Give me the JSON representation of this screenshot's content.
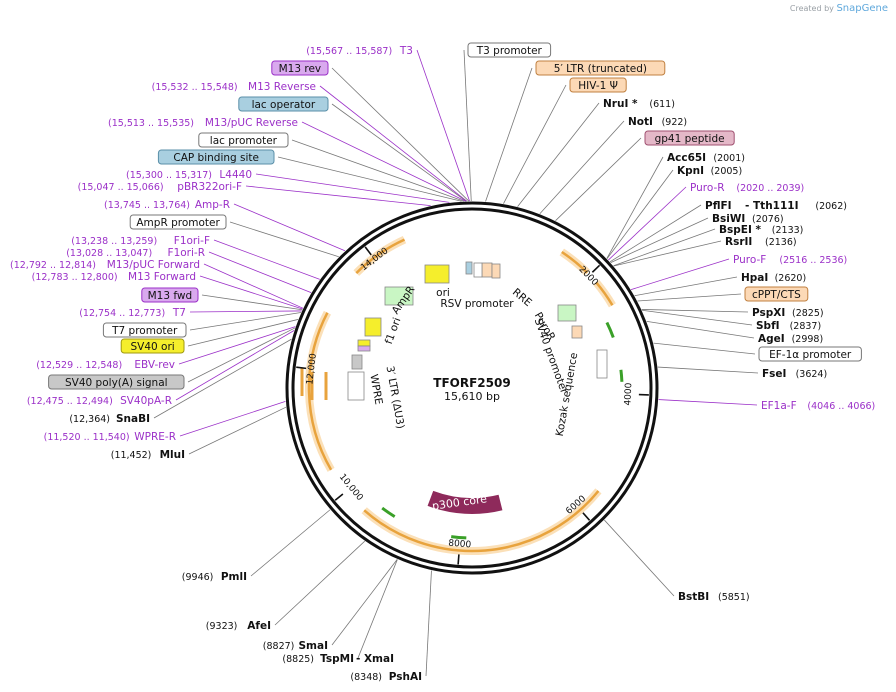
{
  "credit": {
    "prefix": "Created by",
    "brand": "SnapGene"
  },
  "plasmid": {
    "name": "TFORF2509",
    "size_label": "15,610 bp",
    "length": 15610
  },
  "ruler": [
    {
      "pos": 2000,
      "label": "2000"
    },
    {
      "pos": 4000,
      "label": "4000"
    },
    {
      "pos": 6000,
      "label": "6000"
    },
    {
      "pos": 8000,
      "label": "8000"
    },
    {
      "pos": 10000,
      "label": "10,000"
    },
    {
      "pos": 12000,
      "label": "12,000"
    },
    {
      "pos": 14000,
      "label": "14,000"
    }
  ],
  "colors": {
    "primer": "#9b30c8",
    "orange_arc": "#e8a33d",
    "orange_glow": "#fbe0b8",
    "p300": "#8e2a5b",
    "green": "#3aa028",
    "line": "#555555"
  },
  "labels": [
    {
      "id": "t3",
      "kind": "primer",
      "coord": "(15,567 .. 15,587)",
      "name": "T3",
      "pos": 15577
    },
    {
      "id": "m13rev",
      "kind": "box",
      "name": "M13 rev",
      "fill": "#d9a9ee",
      "stroke": "#9b30c8",
      "pos": 15567
    },
    {
      "id": "m13reverse",
      "kind": "primer",
      "coord": "(15,532 .. 15,548)",
      "name": "M13 Reverse",
      "pos": 15540
    },
    {
      "id": "lacop",
      "kind": "box",
      "name": "lac operator",
      "fill": "#a9cfe0",
      "stroke": "#5a8fa8",
      "pos": 15530
    },
    {
      "id": "m13pucrev",
      "kind": "primer",
      "coord": "(15,513 .. 15,535)",
      "name": "M13/pUC Reverse",
      "pos": 15524
    },
    {
      "id": "lacprom",
      "kind": "box",
      "name": "lac promoter",
      "fill": "#ffffff",
      "stroke": "#777777",
      "pos": 15500
    },
    {
      "id": "cap",
      "kind": "box",
      "name": "CAP binding site",
      "fill": "#a9cfe0",
      "stroke": "#5a8fa8",
      "pos": 15470
    },
    {
      "id": "l4440",
      "kind": "primer",
      "coord": "(15,300 .. 15,317)",
      "name": "L4440",
      "pos": 15308
    },
    {
      "id": "pbr322",
      "kind": "primer",
      "coord": "(15,047 .. 15,066)",
      "name": "pBR322ori-F",
      "pos": 15056
    },
    {
      "id": "ampr",
      "kind": "primer",
      "coord": "(13,745 .. 13,764)",
      "name": "Amp-R",
      "pos": 13754
    },
    {
      "id": "amprprom",
      "kind": "box",
      "name": "AmpR promoter",
      "fill": "#ffffff",
      "stroke": "#777777",
      "pos": 13640
    },
    {
      "id": "f1orif",
      "kind": "primer",
      "coord": "(13,238 .. 13,259)",
      "name": "F1ori-F",
      "pos": 13248
    },
    {
      "id": "f1orir",
      "kind": "primer",
      "coord": "(13,028 .. 13,047)",
      "name": "F1ori-R",
      "pos": 13037
    },
    {
      "id": "m13pucfwd",
      "kind": "primer",
      "coord": "(12,792 .. 12,814)",
      "name": "M13/pUC Forward",
      "pos": 12803
    },
    {
      "id": "m13forward",
      "kind": "primer",
      "coord": "(12,783 .. 12,800)",
      "name": "M13 Forward",
      "pos": 12791
    },
    {
      "id": "m13fwd",
      "kind": "box",
      "name": "M13 fwd",
      "fill": "#d9a9ee",
      "stroke": "#9b30c8",
      "pos": 12780
    },
    {
      "id": "t7",
      "kind": "primer",
      "coord": "(12,754 .. 12,773)",
      "name": "T7",
      "pos": 12763
    },
    {
      "id": "t7prom",
      "kind": "box",
      "name": "T7 promoter",
      "fill": "#ffffff",
      "stroke": "#777777",
      "pos": 12740
    },
    {
      "id": "sv40ori",
      "kind": "box",
      "name": "SV40 ori",
      "fill": "#f5ee2c",
      "stroke": "#a09a10",
      "pos": 12640
    },
    {
      "id": "ebvrev",
      "kind": "primer",
      "coord": "(12,529 .. 12,548)",
      "name": "EBV-rev",
      "pos": 12538
    },
    {
      "id": "sv40pa",
      "kind": "box",
      "name": "SV40 poly(A) signal",
      "fill": "#c8c8c8",
      "stroke": "#777777",
      "pos": 12520
    },
    {
      "id": "sv40par",
      "kind": "primer",
      "coord": "(12,475 .. 12,494)",
      "name": "SV40pA-R",
      "pos": 12484
    },
    {
      "id": "snabi",
      "kind": "enzyme",
      "coord": "(12,364)",
      "name": "SnaBI",
      "pos": 12364
    },
    {
      "id": "wprer",
      "kind": "primer",
      "coord": "(11,520 .. 11,540)",
      "name": "WPRE-R",
      "pos": 11530
    },
    {
      "id": "mlui",
      "kind": "enzyme",
      "coord": "(11,452)",
      "name": "MluI",
      "pos": 11452
    },
    {
      "id": "pmli",
      "kind": "enzyme",
      "coord": "(9946)",
      "name": "PmlI",
      "pos": 9946
    },
    {
      "id": "afei",
      "kind": "enzyme",
      "coord": "(9323)",
      "name": "AfeI",
      "pos": 9323
    },
    {
      "id": "smai",
      "kind": "enzyme",
      "coord": "(8827)",
      "name": "SmaI",
      "pos": 8827
    },
    {
      "id": "tspmi",
      "kind": "enzyme",
      "coord": "(8825)",
      "name": "TspMI",
      "name2": "XmaI",
      "pos": 8825
    },
    {
      "id": "pshai",
      "kind": "enzyme",
      "coord": "(8348)",
      "name": "PshAI",
      "pos": 8348
    },
    {
      "id": "t3prom",
      "kind": "box",
      "name": "T3 promoter",
      "fill": "#ffffff",
      "stroke": "#777777",
      "pos": 15600
    },
    {
      "id": "ltr5",
      "kind": "box",
      "name": "5′ LTR (truncated)",
      "fill": "#fcd9b6",
      "stroke": "#c08040",
      "pos": 180
    },
    {
      "id": "hiv1",
      "kind": "box",
      "name": "HIV-1 Ψ",
      "fill": "#fcd9b6",
      "stroke": "#c08040",
      "pos": 420
    },
    {
      "id": "nrui",
      "kind": "enzyme_r",
      "name": "NruI *",
      "coord": "(611)",
      "pos": 611
    },
    {
      "id": "noti",
      "kind": "enzyme_r",
      "name": "NotI",
      "coord": "(922)",
      "pos": 922
    },
    {
      "id": "gp41",
      "kind": "box",
      "name": "gp41 peptide",
      "fill": "#e4b8c8",
      "stroke": "#a05070",
      "pos": 1150
    },
    {
      "id": "acc65i",
      "kind": "enzyme_r",
      "name": "Acc65I",
      "coord": "(2001)",
      "pos": 2001
    },
    {
      "id": "kpni",
      "kind": "enzyme_r",
      "name": "KpnI",
      "coord": "(2005)",
      "pos": 2005
    },
    {
      "id": "puror",
      "kind": "primer_r",
      "name": "Puro-R",
      "coord": "(2020 .. 2039)",
      "pos": 2030
    },
    {
      "id": "pflfi",
      "kind": "enzyme_r",
      "name": "PflFI",
      "name2": "Tth111I",
      "coord": "(2062)",
      "pos": 2062
    },
    {
      "id": "bsiwi",
      "kind": "enzyme_r",
      "name": "BsiWI",
      "coord": "(2076)",
      "pos": 2076
    },
    {
      "id": "bspei",
      "kind": "enzyme_r",
      "name": "BspEI *",
      "coord": "(2133)",
      "pos": 2133
    },
    {
      "id": "rsrii",
      "kind": "enzyme_r",
      "name": "RsrII",
      "coord": "(2136)",
      "pos": 2136
    },
    {
      "id": "purof",
      "kind": "primer_r",
      "name": "Puro-F",
      "coord": "(2516 .. 2536)",
      "pos": 2526
    },
    {
      "id": "hpai",
      "kind": "enzyme_r",
      "name": "HpaI",
      "coord": "(2620)",
      "pos": 2620
    },
    {
      "id": "cppt",
      "kind": "box",
      "name": "cPPT/CTS",
      "fill": "#fcd9b6",
      "stroke": "#c08040",
      "pos": 2700
    },
    {
      "id": "pspxi",
      "kind": "enzyme_r",
      "name": "PspXI",
      "coord": "(2825)",
      "pos": 2825
    },
    {
      "id": "sbfi",
      "kind": "enzyme_r",
      "name": "SbfI",
      "coord": "(2837)",
      "pos": 2837
    },
    {
      "id": "agei",
      "kind": "enzyme_r",
      "name": "AgeI",
      "coord": "(2998)",
      "pos": 2998
    },
    {
      "id": "ef1aprom",
      "kind": "box",
      "name": "EF-1α promoter",
      "fill": "#ffffff",
      "stroke": "#777777",
      "pos": 3300
    },
    {
      "id": "fsei",
      "kind": "enzyme_r",
      "name": "FseI",
      "coord": "(3624)",
      "pos": 3624
    },
    {
      "id": "ef1af",
      "kind": "primer_r",
      "name": "EF1a-F",
      "coord": "(4046 .. 4066)",
      "pos": 4056
    },
    {
      "id": "bstbi",
      "kind": "enzyme_r",
      "name": "BstBI",
      "coord": "(5851)",
      "pos": 5851
    }
  ],
  "inner_labels": [
    {
      "id": "rsv",
      "text": "RSV promoter"
    },
    {
      "id": "ori",
      "text": "ori"
    },
    {
      "id": "ampr_in",
      "text": "AmpR"
    },
    {
      "id": "f1ori",
      "text": "f1 ori"
    },
    {
      "id": "rre",
      "text": "RRE"
    },
    {
      "id": "puror_in",
      "text": "PuroR"
    },
    {
      "id": "sv40prom",
      "text": "SV40 promoter"
    },
    {
      "id": "kozak",
      "text": "Kozak sequence"
    },
    {
      "id": "ltr3",
      "text": "3′ LTR (ΔU3)"
    },
    {
      "id": "wpre",
      "text": "WPRE"
    },
    {
      "id": "p300",
      "text": "p300 core"
    }
  ]
}
